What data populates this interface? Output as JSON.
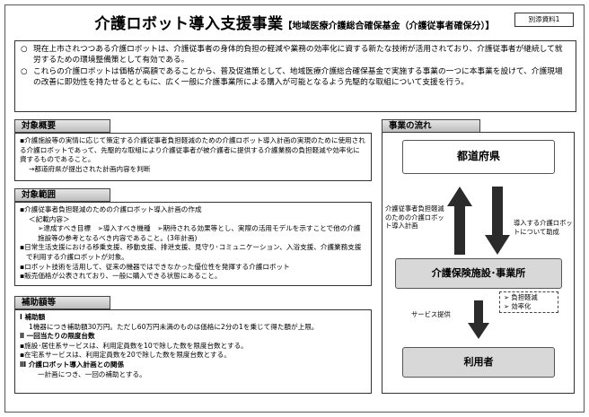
{
  "header": {
    "title": "介護ロボット導入支援事業",
    "subtitle": "【地域医療介護総合確保基金（介護従事者確保分）】",
    "badge": "別添資料1"
  },
  "intro": [
    {
      "bullet": "○",
      "text": "現在上市されつつある介護ロボットは、介護従事者の身体的負担の軽減や業務の効率化に資する新たな技術が活用されており、介護従事者が継続して就労するための環境整備策として有効である。"
    },
    {
      "bullet": "○",
      "text": "これらの介護ロボットは価格が高額であることから、普及促進策として、地域医療介護総合確保基金で実施する事業の一つに本事業を設けて、介護現場の改善に即効性を持たせるとともに、広く一般に介護事業所による購入が可能となるよう先駆的な取組について支援を行う。"
    }
  ],
  "overview": {
    "label": "対象概要",
    "line1": "▪介護施設等の実情に応じて策定する介護従事者負担軽減のための介護ロボット導入計画の実現のために使用される介護ロボットであって、先駆的な取組により介護従事者が被介護者に提供する介護業務の負担軽減や効率化に資するものであること。",
    "line2": "→都道府県が提出された計画内容を判断"
  },
  "scope": {
    "label": "対象範囲",
    "l1": "▪介護従事者負担軽減のための介護ロボット導入計画の作成",
    "l2": "＜記載内容＞",
    "l3": "➢達成すべき目標　➢導入すべき機種　➢期待される効果等とし、実際の活用モデルを示すことで他の介護施設等の参考となるべき内容であること。(3年計画)",
    "l4": "▪日常生活支援における移乗支援、移動支援、排泄支援、見守り･コミュニケーション、入浴支援、介護業務支援で利用する介護ロボットが対象。",
    "l5": "▪ロボット技術を活用して、従来の機器ではできなかった優位性を発揮する介護ロボット",
    "l6": "▪販売価格が公表されており、一般に購入できる状態にあること。"
  },
  "subsidy": {
    "label": "補助額等",
    "h1": "Ⅰ 補助額",
    "t1": "1機器につき補助額30万円。ただし60万円未満のものは価格に2分の1を乗じて得た額が上限。",
    "h2": "Ⅱ 一回当たりの限度台数",
    "t2a": "▪施設･居住系サービスは、利用定員数を10で除した数を限度台数とする。",
    "t2b": "▪在宅系サービスは、利用定員数を20で除した数を限度台数とする。",
    "h3": "Ⅲ 介護ロボット導入計画との関係",
    "t3": "一計画につき、一回の補助とする。"
  },
  "flow": {
    "label": "事業の流れ",
    "prefecture": "都道府県",
    "facility": "介護保険施設･事業所",
    "user": "利用者",
    "left_caption": "介護従事者負担軽減のための介護ロボット導入計画",
    "right_caption": "導入する介護ロボットについて助成",
    "service": "サービス提供",
    "effect1": "➢ 負担軽減",
    "effect2": "➢ 効率化"
  },
  "colors": {
    "label_gradient_top": "#e6e6e6",
    "label_gradient_bottom": "#bdbdbd",
    "node_fill": "#d8d8d8",
    "arrow_fill": "#2b2b2b"
  }
}
